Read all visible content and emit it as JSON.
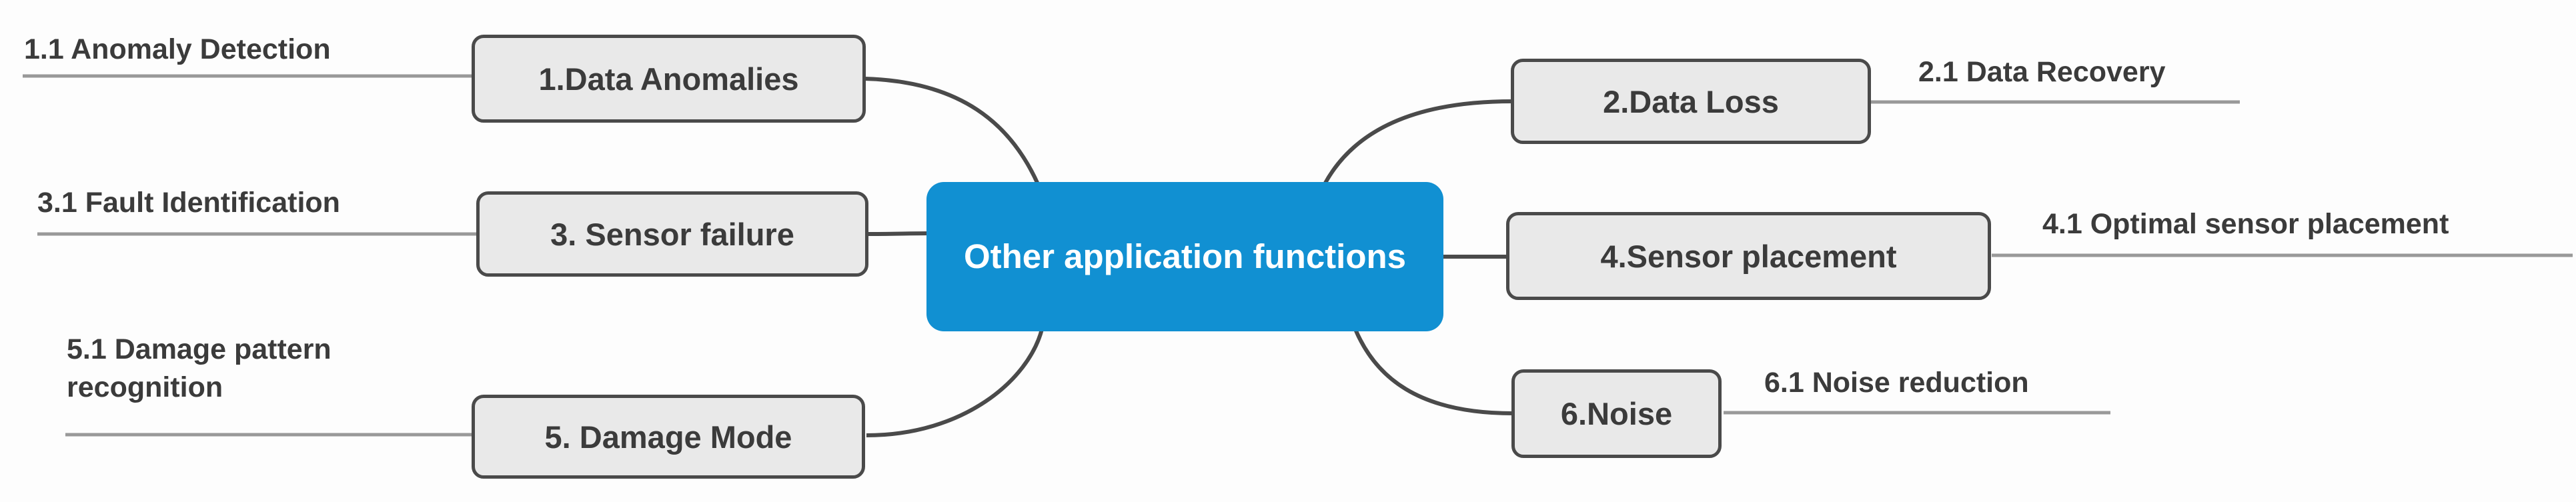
{
  "diagram": {
    "type": "mindmap",
    "central": {
      "label": "Other application functions"
    },
    "nodes": [
      {
        "id": "1",
        "label": "1.Data Anomalies",
        "subtopic": "1.1 Anomaly Detection",
        "side": "left"
      },
      {
        "id": "2",
        "label": "2.Data Loss",
        "subtopic": "2.1 Data Recovery",
        "side": "right"
      },
      {
        "id": "3",
        "label": "3. Sensor failure",
        "subtopic": "3.1 Fault Identification",
        "side": "left"
      },
      {
        "id": "4",
        "label": "4.Sensor placement",
        "subtopic": "4.1 Optimal sensor placement",
        "side": "right"
      },
      {
        "id": "5",
        "label": "5. Damage Mode",
        "subtopic": "5.1 Damage pattern recognition",
        "side": "left"
      },
      {
        "id": "6",
        "label": "6.Noise",
        "subtopic": "6.1 Noise reduction",
        "side": "right"
      }
    ],
    "colors": {
      "central_fill": "#1190d2",
      "central_text": "#ffffff",
      "node_fill": "#e9e9e9",
      "node_border": "#4a4a4a",
      "node_text": "#3b3b3b",
      "subtopic_text": "#3b3b3b",
      "subtopic_underline": "#999999",
      "connector": "#4a4a4a",
      "background": "#fdfdfd"
    }
  }
}
